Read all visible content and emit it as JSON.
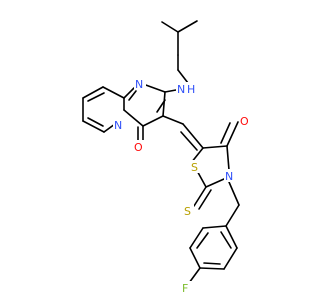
{
  "atom_labels": {
    "n_aryl": "N",
    "n_amine": "N",
    "h_amine": "H",
    "n_bridge": "N",
    "o_pyrimidinone": "O",
    "s_ring": "S",
    "o_thiazolidinone": "O",
    "n_thiazolidinone": "N",
    "s_thioxo": "S",
    "f_fluoro": "F"
  },
  "atom_colors": {
    "N": "#3050f8",
    "O": "#ff0d0d",
    "S": "#b8a000",
    "F": "#7cbc2c"
  }
}
